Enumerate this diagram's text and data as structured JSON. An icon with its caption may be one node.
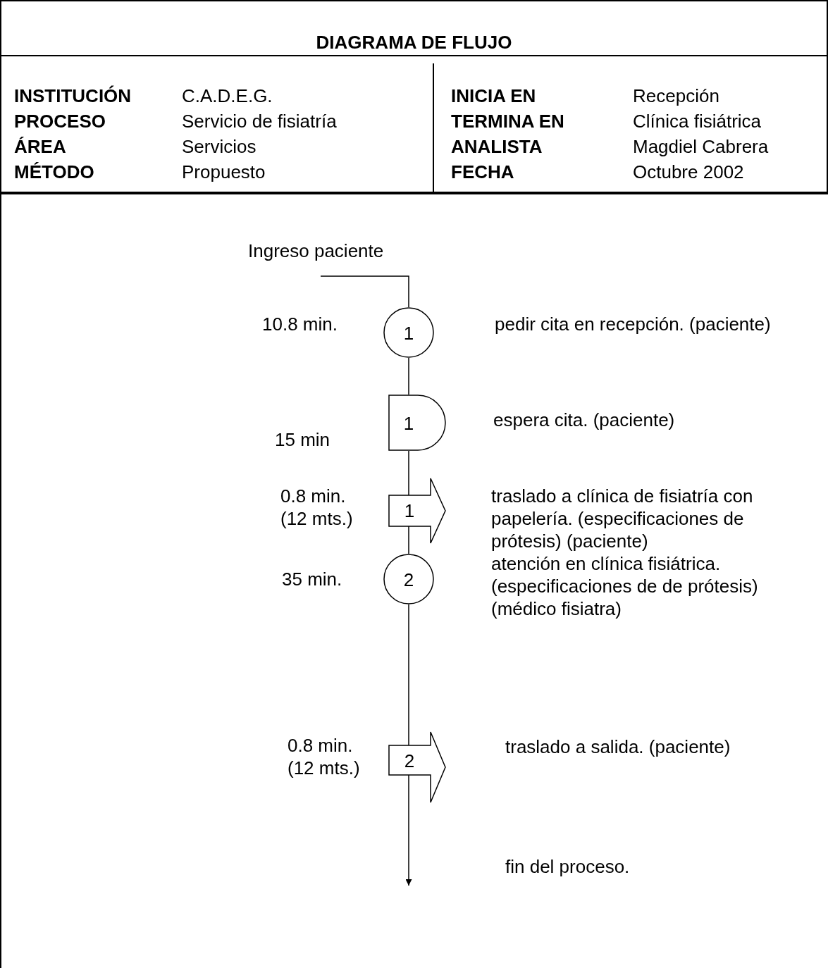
{
  "diagram": {
    "title": "DIAGRAMA DE FLUJO",
    "nodes": [
      {
        "text": [
          "Ingreso paciente"
        ]
      },
      {
        "text": [
          "1"
        ],
        "beside": [
          "10.8 min.",
          "pedir cita en recepción. (paciente)"
        ]
      },
      {
        "text": [
          "1"
        ],
        "beside": [
          "15 min",
          "espera cita. (paciente)"
        ]
      },
      {
        "text": [
          "1"
        ],
        "beside": [
          "0.8 min. (12 mts.)",
          "traslado a clínica de fisiatría con papelería. (especificaciones de prótesis) (paciente)"
        ]
      },
      {
        "text": [
          "2"
        ],
        "beside": [
          "35 min.",
          "atención en clínica fisiátrica. (especificaciones de de prótesis) (médico fisiatra)"
        ]
      },
      {
        "text": [
          "2"
        ],
        "beside": [
          "0.8 min. (12 mts.)",
          "traslado a salida. (paciente)"
        ]
      }
    ],
    "edges": [
      {
        "from": 0,
        "to": 1,
        "arrow": "none"
      },
      {
        "from": 1,
        "to": 2,
        "arrow": "none"
      },
      {
        "from": 2,
        "to": 3,
        "arrow": "none"
      },
      {
        "from": 3,
        "to": 4,
        "arrow": "none"
      },
      {
        "from": 4,
        "to": 5,
        "arrow": "none"
      },
      {
        "from": 5,
        "to": null,
        "arrow": "to"
      }
    ],
    "labels": [
      "INSTITUCIÓN",
      "C.A.D.E.G.",
      "INICIA EN",
      "Recepción",
      "PROCESO",
      "Servicio de fisiatría",
      "TERMINA EN",
      "Clínica fisiátrica",
      "ÁREA",
      "Servicios",
      "ANALISTA",
      "Magdiel Cabrera",
      "MÉTODO",
      "Propuesto",
      "FECHA",
      "Octubre 2002",
      "fin del proceso."
    ]
  }
}
